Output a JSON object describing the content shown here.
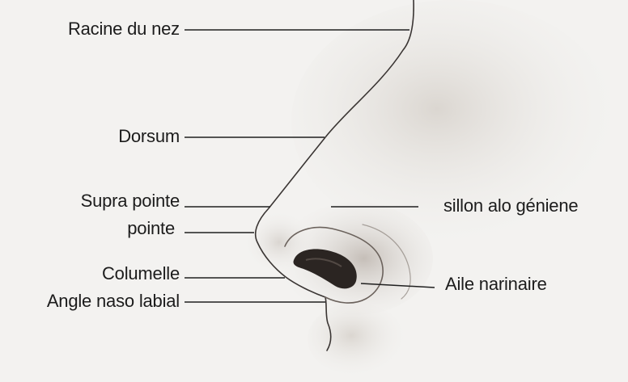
{
  "labels": {
    "racine": "Racine du nez",
    "dorsum": "Dorsum",
    "supra": "Supra pointe",
    "pointe": "pointe",
    "columelle": "Columelle",
    "angle": "Angle naso labial",
    "sillon": "sillon alo géniene",
    "aile": "Aile narinaire"
  },
  "colors": {
    "line": "#1f1f1f",
    "text": "#1c1c1c",
    "background": "#f3f2f0",
    "nostril": "#2b2522"
  }
}
